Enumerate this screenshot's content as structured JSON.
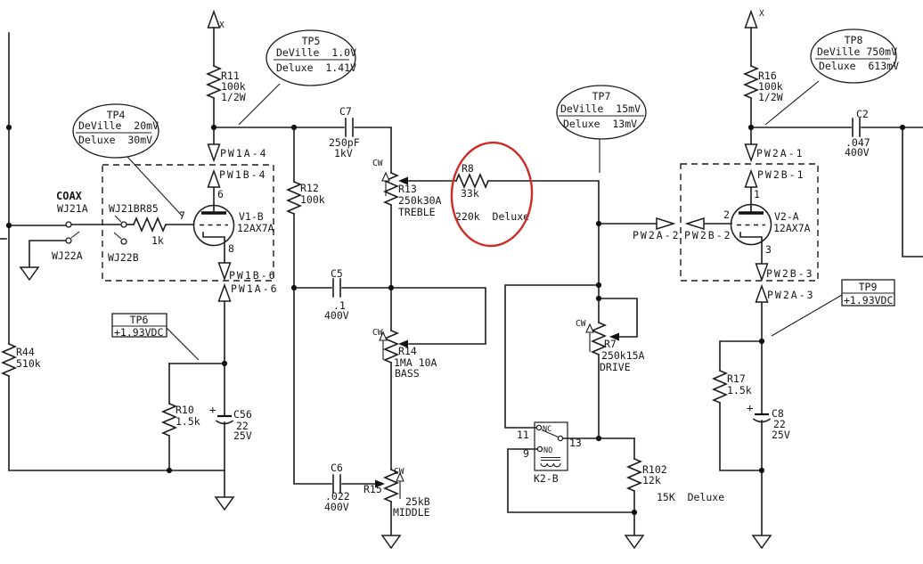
{
  "annotation": {
    "red_circle_color": "#cf2b24",
    "highlighted_component": "R8"
  },
  "nets": {
    "x1": "X",
    "x2": "X"
  },
  "coax": {
    "title": "COAX",
    "wj21a": "WJ21A",
    "wj21b": "WJ21B",
    "wj22a": "WJ22A",
    "wj22b": "WJ22B"
  },
  "tubes": {
    "v1b": {
      "ref": "V1-B",
      "type": "12AX7A",
      "plate_pin": "6",
      "grid_pin": "7",
      "cathode_pin": "8"
    },
    "v2a": {
      "ref": "V2-A",
      "type": "12AX7A",
      "plate_pin": "1",
      "grid_pin": "2",
      "cathode_pin": "3"
    }
  },
  "connectors": {
    "pw1a4": "PW1A-4",
    "pw1b4": "PW1B-4",
    "pw1b6": "PW1B-6",
    "pw1a6": "PW1A-6",
    "pw2a1": "PW2A-1",
    "pw2b1": "PW2B-1",
    "pw2a2": "PW2A-2",
    "pw2b2": "PW2B-2",
    "pw2b3": "PW2B-3",
    "pw2a3": "PW2A-3"
  },
  "resistors": {
    "r11": {
      "ref": "R11",
      "value": "100k",
      "power": "1/2W"
    },
    "r16": {
      "ref": "R16",
      "value": "100k",
      "power": "1/2W"
    },
    "r12": {
      "ref": "R12",
      "value": "100k"
    },
    "r85": {
      "ref": "R85",
      "value": "1k"
    },
    "r44": {
      "ref": "R44",
      "value": "510k"
    },
    "r10": {
      "ref": "R10",
      "value": "1.5k"
    },
    "r17": {
      "ref": "R17",
      "value": "1.5k"
    },
    "r8": {
      "ref": "R8",
      "value": "33k",
      "variant_note": "220k  Deluxe"
    },
    "r102": {
      "ref": "R102",
      "value": "12k",
      "variant_note": "15K  Deluxe"
    }
  },
  "pots": {
    "r13": {
      "ref": "R13",
      "value": "250k30A",
      "function": "TREBLE",
      "rotation": "CW"
    },
    "r14": {
      "ref": "R14",
      "value": "1MA 10A",
      "function": "BASS",
      "rotation": "CW"
    },
    "r15": {
      "ref": "R15",
      "value": "25kB",
      "function": "MIDDLE",
      "rotation": "CW"
    },
    "r7": {
      "ref": "R7",
      "value": "250k15A",
      "function": "DRIVE",
      "rotation": "CW"
    }
  },
  "capacitors": {
    "c7": {
      "ref": "C7",
      "value": "250pF",
      "voltage": "1kV"
    },
    "c5": {
      "ref": "C5",
      "value": ".1",
      "voltage": "400V"
    },
    "c6": {
      "ref": "C6",
      "value": ".022",
      "voltage": "400V"
    },
    "c2": {
      "ref": "C2",
      "value": ".047",
      "voltage": "400V"
    },
    "c56": {
      "ref": "C56",
      "value": "22",
      "voltage": "25V",
      "polarity": "+"
    },
    "c8": {
      "ref": "C8",
      "value": "22",
      "voltage": "25V",
      "polarity": "+"
    }
  },
  "relay": {
    "ref": "K2-B",
    "nc_label": "NC",
    "no_label": "NO",
    "pin_nc": "11",
    "pin_no": "9",
    "pin_com": "13"
  },
  "test_points": {
    "tp4": {
      "name": "TP4",
      "line1": "DeVille  20mV",
      "line2": "Deluxe  30mV"
    },
    "tp5": {
      "name": "TP5",
      "line1": "DeVille  1.0V",
      "line2": "Deluxe  1.41V"
    },
    "tp6": {
      "name": "TP6",
      "value": "+1.93VDC"
    },
    "tp7": {
      "name": "TP7",
      "line1": "DeVille  15mV",
      "line2": "Deluxe  13mV"
    },
    "tp8": {
      "name": "TP8",
      "line1": "DeVille 750mV",
      "line2": "Deluxe  613mV"
    },
    "tp9": {
      "name": "TP9",
      "value": "+1.93VDC"
    }
  }
}
